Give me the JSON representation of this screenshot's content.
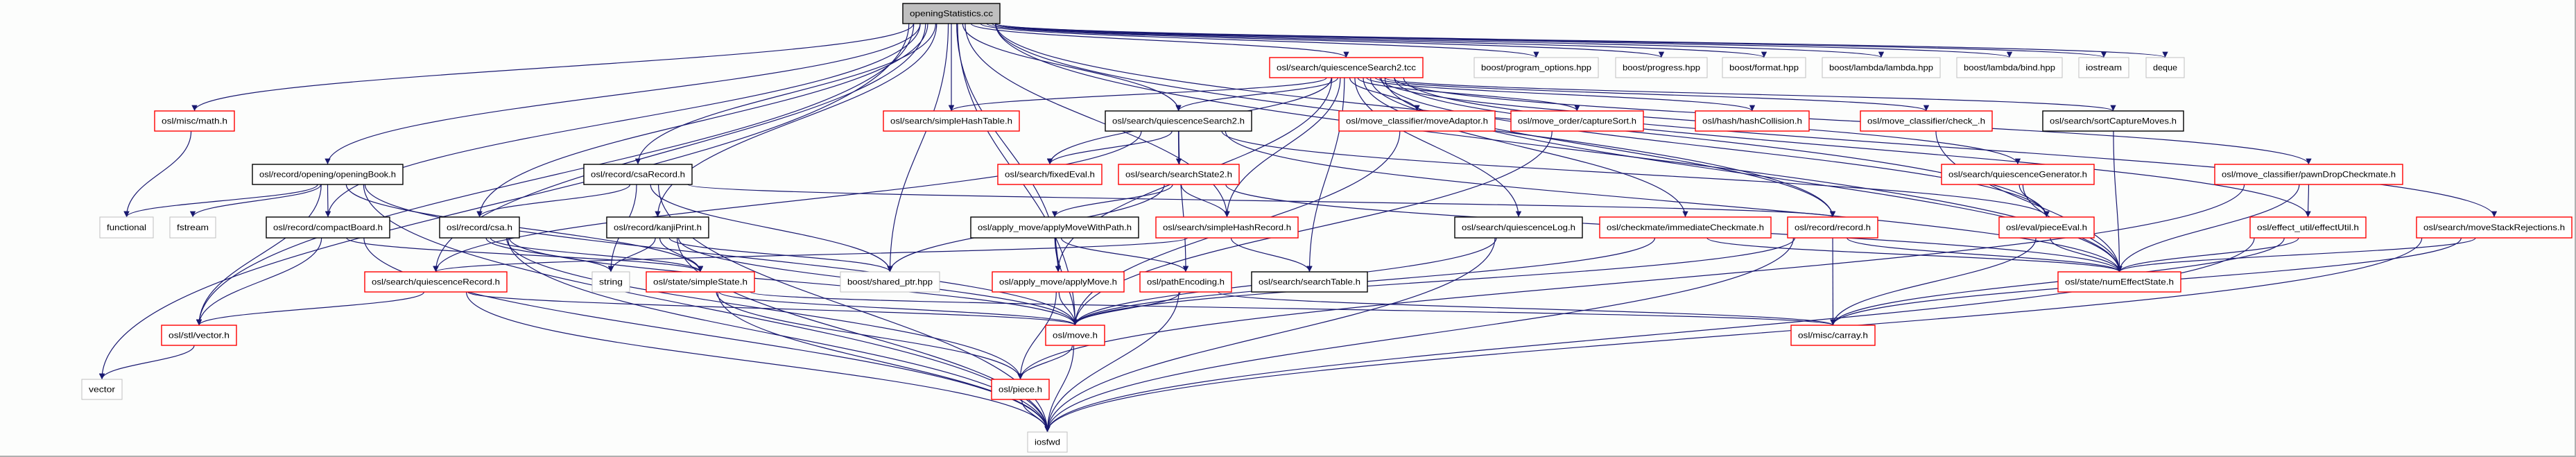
{
  "colors": {
    "edge": "#191970",
    "linked_border": "#ff0000",
    "documented_border": "#000000",
    "external_border": "#bfbfbf",
    "root_fill": "#bfbfbf",
    "node_fill": "#ffffff"
  },
  "nodes": [
    {
      "id": "root",
      "label": "openingStatistics.cc",
      "style": "root"
    },
    {
      "id": "math",
      "label": "osl/misc/math.h",
      "style": "red"
    },
    {
      "id": "openingBook",
      "label": "osl/record/opening/openingBook.h",
      "style": "black"
    },
    {
      "id": "functional",
      "label": "functional",
      "style": "gray"
    },
    {
      "id": "fstream",
      "label": "fstream",
      "style": "gray"
    },
    {
      "id": "compactBoard",
      "label": "osl/record/compactBoard.h",
      "style": "black"
    },
    {
      "id": "csa",
      "label": "osl/record/csa.h",
      "style": "black"
    },
    {
      "id": "quiescenceRecord",
      "label": "osl/search/quiescenceRecord.h",
      "style": "red"
    },
    {
      "id": "vectorh",
      "label": "osl/stl/vector.h",
      "style": "red"
    },
    {
      "id": "vector",
      "label": "vector",
      "style": "gray"
    },
    {
      "id": "simpleHashTable",
      "label": "osl/search/simpleHashTable.h",
      "style": "red"
    },
    {
      "id": "csaRecord",
      "label": "osl/record/csaRecord.h",
      "style": "black"
    },
    {
      "id": "kanjiPrint",
      "label": "osl/record/kanjiPrint.h",
      "style": "black"
    },
    {
      "id": "string",
      "label": "string",
      "style": "gray"
    },
    {
      "id": "simpleState",
      "label": "osl/state/simpleState.h",
      "style": "red"
    },
    {
      "id": "sharedptr",
      "label": "boost/shared_ptr.hpp",
      "style": "gray"
    },
    {
      "id": "applyMove",
      "label": "osl/apply_move/applyMove.h",
      "style": "red"
    },
    {
      "id": "piece",
      "label": "osl/piece.h",
      "style": "red"
    },
    {
      "id": "iosfwd",
      "label": "iosfwd",
      "style": "gray"
    },
    {
      "id": "tcc",
      "label": "osl/search/quiescenceSearch2.tcc",
      "style": "red"
    },
    {
      "id": "qs2h",
      "label": "osl/search/quiescenceSearch2.h",
      "style": "black"
    },
    {
      "id": "moveAdaptor",
      "label": "osl/move_classifier/moveAdaptor.h",
      "style": "red"
    },
    {
      "id": "fixedEval",
      "label": "osl/search/fixedEval.h",
      "style": "red"
    },
    {
      "id": "searchState2",
      "label": "osl/search/searchState2.h",
      "style": "red"
    },
    {
      "id": "applyMoveWithPath",
      "label": "osl/apply_move/applyMoveWithPath.h",
      "style": "black"
    },
    {
      "id": "simpleHashRecord",
      "label": "osl/search/simpleHashRecord.h",
      "style": "red"
    },
    {
      "id": "quiescenceLog",
      "label": "osl/search/quiescenceLog.h",
      "style": "black"
    },
    {
      "id": "pathEncoding",
      "label": "osl/pathEncoding.h",
      "style": "red"
    },
    {
      "id": "searchTable",
      "label": "osl/search/searchTable.h",
      "style": "black"
    },
    {
      "id": "move",
      "label": "osl/move.h",
      "style": "red"
    },
    {
      "id": "program_options",
      "label": "boost/program_options.hpp",
      "style": "gray"
    },
    {
      "id": "progress",
      "label": "boost/progress.hpp",
      "style": "gray"
    },
    {
      "id": "format",
      "label": "boost/format.hpp",
      "style": "gray"
    },
    {
      "id": "lambda",
      "label": "boost/lambda/lambda.hpp",
      "style": "gray"
    },
    {
      "id": "bind",
      "label": "boost/lambda/bind.hpp",
      "style": "gray"
    },
    {
      "id": "iostream",
      "label": "iostream",
      "style": "gray"
    },
    {
      "id": "deque",
      "label": "deque",
      "style": "gray"
    },
    {
      "id": "captureSort",
      "label": "osl/move_order/captureSort.h",
      "style": "red"
    },
    {
      "id": "hashCollision",
      "label": "osl/hash/hashCollision.h",
      "style": "red"
    },
    {
      "id": "check",
      "label": "osl/move_classifier/check_.h",
      "style": "red"
    },
    {
      "id": "sortCapture",
      "label": "osl/search/sortCaptureMoves.h",
      "style": "black"
    },
    {
      "id": "quiescenceGenerator",
      "label": "osl/search/quiescenceGenerator.h",
      "style": "red"
    },
    {
      "id": "pawnDrop",
      "label": "osl/move_classifier/pawnDropCheckmate.h",
      "style": "red"
    },
    {
      "id": "immediateCheckmate",
      "label": "osl/checkmate/immediateCheckmate.h",
      "style": "red"
    },
    {
      "id": "record",
      "label": "osl/record/record.h",
      "style": "red"
    },
    {
      "id": "pieceEval",
      "label": "osl/eval/pieceEval.h",
      "style": "red"
    },
    {
      "id": "effectUtil",
      "label": "osl/effect_util/effectUtil.h",
      "style": "red"
    },
    {
      "id": "moveStack",
      "label": "osl/search/moveStackRejections.h",
      "style": "red"
    },
    {
      "id": "carray",
      "label": "osl/misc/carray.h",
      "style": "red"
    },
    {
      "id": "numEffect",
      "label": "osl/state/numEffectState.h",
      "style": "red"
    }
  ],
  "edges": [
    [
      "root",
      "vector"
    ],
    [
      "root",
      "vectorh"
    ],
    [
      "root",
      "math"
    ],
    [
      "root",
      "openingBook"
    ],
    [
      "root",
      "compactBoard"
    ],
    [
      "root",
      "csa"
    ],
    [
      "root",
      "csaRecord"
    ],
    [
      "root",
      "kanjiPrint"
    ],
    [
      "root",
      "sharedptr"
    ],
    [
      "root",
      "move"
    ],
    [
      "root",
      "applyMove"
    ],
    [
      "root",
      "simpleHashTable"
    ],
    [
      "root",
      "qs2h"
    ],
    [
      "root",
      "tcc"
    ],
    [
      "root",
      "quiescenceRecord"
    ],
    [
      "root",
      "program_options"
    ],
    [
      "root",
      "progress"
    ],
    [
      "root",
      "format"
    ],
    [
      "root",
      "lambda"
    ],
    [
      "root",
      "bind"
    ],
    [
      "root",
      "iostream"
    ],
    [
      "root",
      "deque"
    ],
    [
      "root",
      "numEffect"
    ],
    [
      "root",
      "record"
    ],
    [
      "root",
      "pieceEval"
    ],
    [
      "root",
      "simpleHashRecord"
    ],
    [
      "tcc",
      "simpleHashTable"
    ],
    [
      "tcc",
      "qs2h"
    ],
    [
      "tcc",
      "moveAdaptor"
    ],
    [
      "tcc",
      "captureSort"
    ],
    [
      "tcc",
      "hashCollision"
    ],
    [
      "tcc",
      "check"
    ],
    [
      "tcc",
      "sortCapture"
    ],
    [
      "tcc",
      "quiescenceGenerator"
    ],
    [
      "tcc",
      "pawnDrop"
    ],
    [
      "tcc",
      "effectUtil"
    ],
    [
      "tcc",
      "moveStack"
    ],
    [
      "tcc",
      "immediateCheckmate"
    ],
    [
      "tcc",
      "quiescenceLog"
    ],
    [
      "tcc",
      "searchTable"
    ],
    [
      "tcc",
      "simpleHashRecord"
    ],
    [
      "tcc",
      "applyMove"
    ],
    [
      "tcc",
      "fixedEval"
    ],
    [
      "tcc",
      "record"
    ],
    [
      "tcc",
      "numEffect"
    ],
    [
      "tcc",
      "pieceEval"
    ],
    [
      "qs2h",
      "fixedEval"
    ],
    [
      "qs2h",
      "searchState2"
    ],
    [
      "qs2h",
      "pathEncoding"
    ],
    [
      "qs2h",
      "quiescenceRecord"
    ],
    [
      "qs2h",
      "numEffect"
    ],
    [
      "qs2h",
      "pieceEval"
    ],
    [
      "searchState2",
      "applyMoveWithPath"
    ],
    [
      "searchState2",
      "simpleHashRecord"
    ],
    [
      "searchState2",
      "sharedptr"
    ],
    [
      "searchState2",
      "numEffect"
    ],
    [
      "simpleHashRecord",
      "searchTable"
    ],
    [
      "simpleHashRecord",
      "quiescenceRecord"
    ],
    [
      "applyMoveWithPath",
      "applyMove"
    ],
    [
      "applyMoveWithPath",
      "pathEncoding"
    ],
    [
      "applyMoveWithPath",
      "move"
    ],
    [
      "applyMove",
      "move"
    ],
    [
      "applyMove",
      "piece"
    ],
    [
      "pathEncoding",
      "move"
    ],
    [
      "pathEncoding",
      "iosfwd"
    ],
    [
      "pathEncoding",
      "carray"
    ],
    [
      "move",
      "piece"
    ],
    [
      "move",
      "iosfwd"
    ],
    [
      "piece",
      "iosfwd"
    ],
    [
      "quiescenceRecord",
      "vectorh"
    ],
    [
      "quiescenceRecord",
      "move"
    ],
    [
      "quiescenceRecord",
      "iosfwd"
    ],
    [
      "vectorh",
      "vector"
    ],
    [
      "math",
      "functional"
    ],
    [
      "openingBook",
      "functional"
    ],
    [
      "openingBook",
      "fstream"
    ],
    [
      "openingBook",
      "compactBoard"
    ],
    [
      "openingBook",
      "vectorh"
    ],
    [
      "openingBook",
      "simpleState"
    ],
    [
      "openingBook",
      "move"
    ],
    [
      "openingBook",
      "iosfwd"
    ],
    [
      "compactBoard",
      "vectorh"
    ],
    [
      "compactBoard",
      "simpleState"
    ],
    [
      "compactBoard",
      "iosfwd"
    ],
    [
      "csaRecord",
      "csa"
    ],
    [
      "csaRecord",
      "string"
    ],
    [
      "csaRecord",
      "sharedptr"
    ],
    [
      "csaRecord",
      "record"
    ],
    [
      "csaRecord",
      "iosfwd"
    ],
    [
      "csa",
      "string"
    ],
    [
      "csa",
      "simpleState"
    ],
    [
      "csa",
      "move"
    ],
    [
      "csa",
      "piece"
    ],
    [
      "csa",
      "iosfwd"
    ],
    [
      "kanjiPrint",
      "string"
    ],
    [
      "kanjiPrint",
      "simpleState"
    ],
    [
      "kanjiPrint",
      "sharedptr"
    ],
    [
      "kanjiPrint",
      "move"
    ],
    [
      "kanjiPrint",
      "iosfwd"
    ],
    [
      "simpleState",
      "move"
    ],
    [
      "simpleState",
      "piece"
    ],
    [
      "simpleState",
      "iosfwd"
    ],
    [
      "simpleState",
      "carray"
    ],
    [
      "record",
      "carray"
    ],
    [
      "record",
      "move"
    ],
    [
      "record",
      "iosfwd"
    ],
    [
      "record",
      "numEffect"
    ],
    [
      "pieceEval",
      "carray"
    ],
    [
      "pieceEval",
      "numEffect"
    ],
    [
      "quiescenceGenerator",
      "pieceEval"
    ],
    [
      "quiescenceGenerator",
      "numEffect"
    ],
    [
      "sortCapture",
      "numEffect"
    ],
    [
      "pawnDrop",
      "effectUtil"
    ],
    [
      "pawnDrop",
      "numEffect"
    ],
    [
      "pawnDrop",
      "piece"
    ],
    [
      "effectUtil",
      "numEffect"
    ],
    [
      "effectUtil",
      "carray"
    ],
    [
      "effectUtil",
      "iosfwd"
    ],
    [
      "moveStack",
      "numEffect"
    ],
    [
      "moveStack",
      "carray"
    ],
    [
      "moveStack",
      "iosfwd"
    ],
    [
      "immediateCheckmate",
      "numEffect"
    ],
    [
      "immediateCheckmate",
      "move"
    ],
    [
      "quiescenceLog",
      "move"
    ],
    [
      "quiescenceLog",
      "iosfwd"
    ],
    [
      "moveAdaptor",
      "move"
    ],
    [
      "captureSort",
      "move"
    ],
    [
      "check",
      "numEffect"
    ]
  ]
}
